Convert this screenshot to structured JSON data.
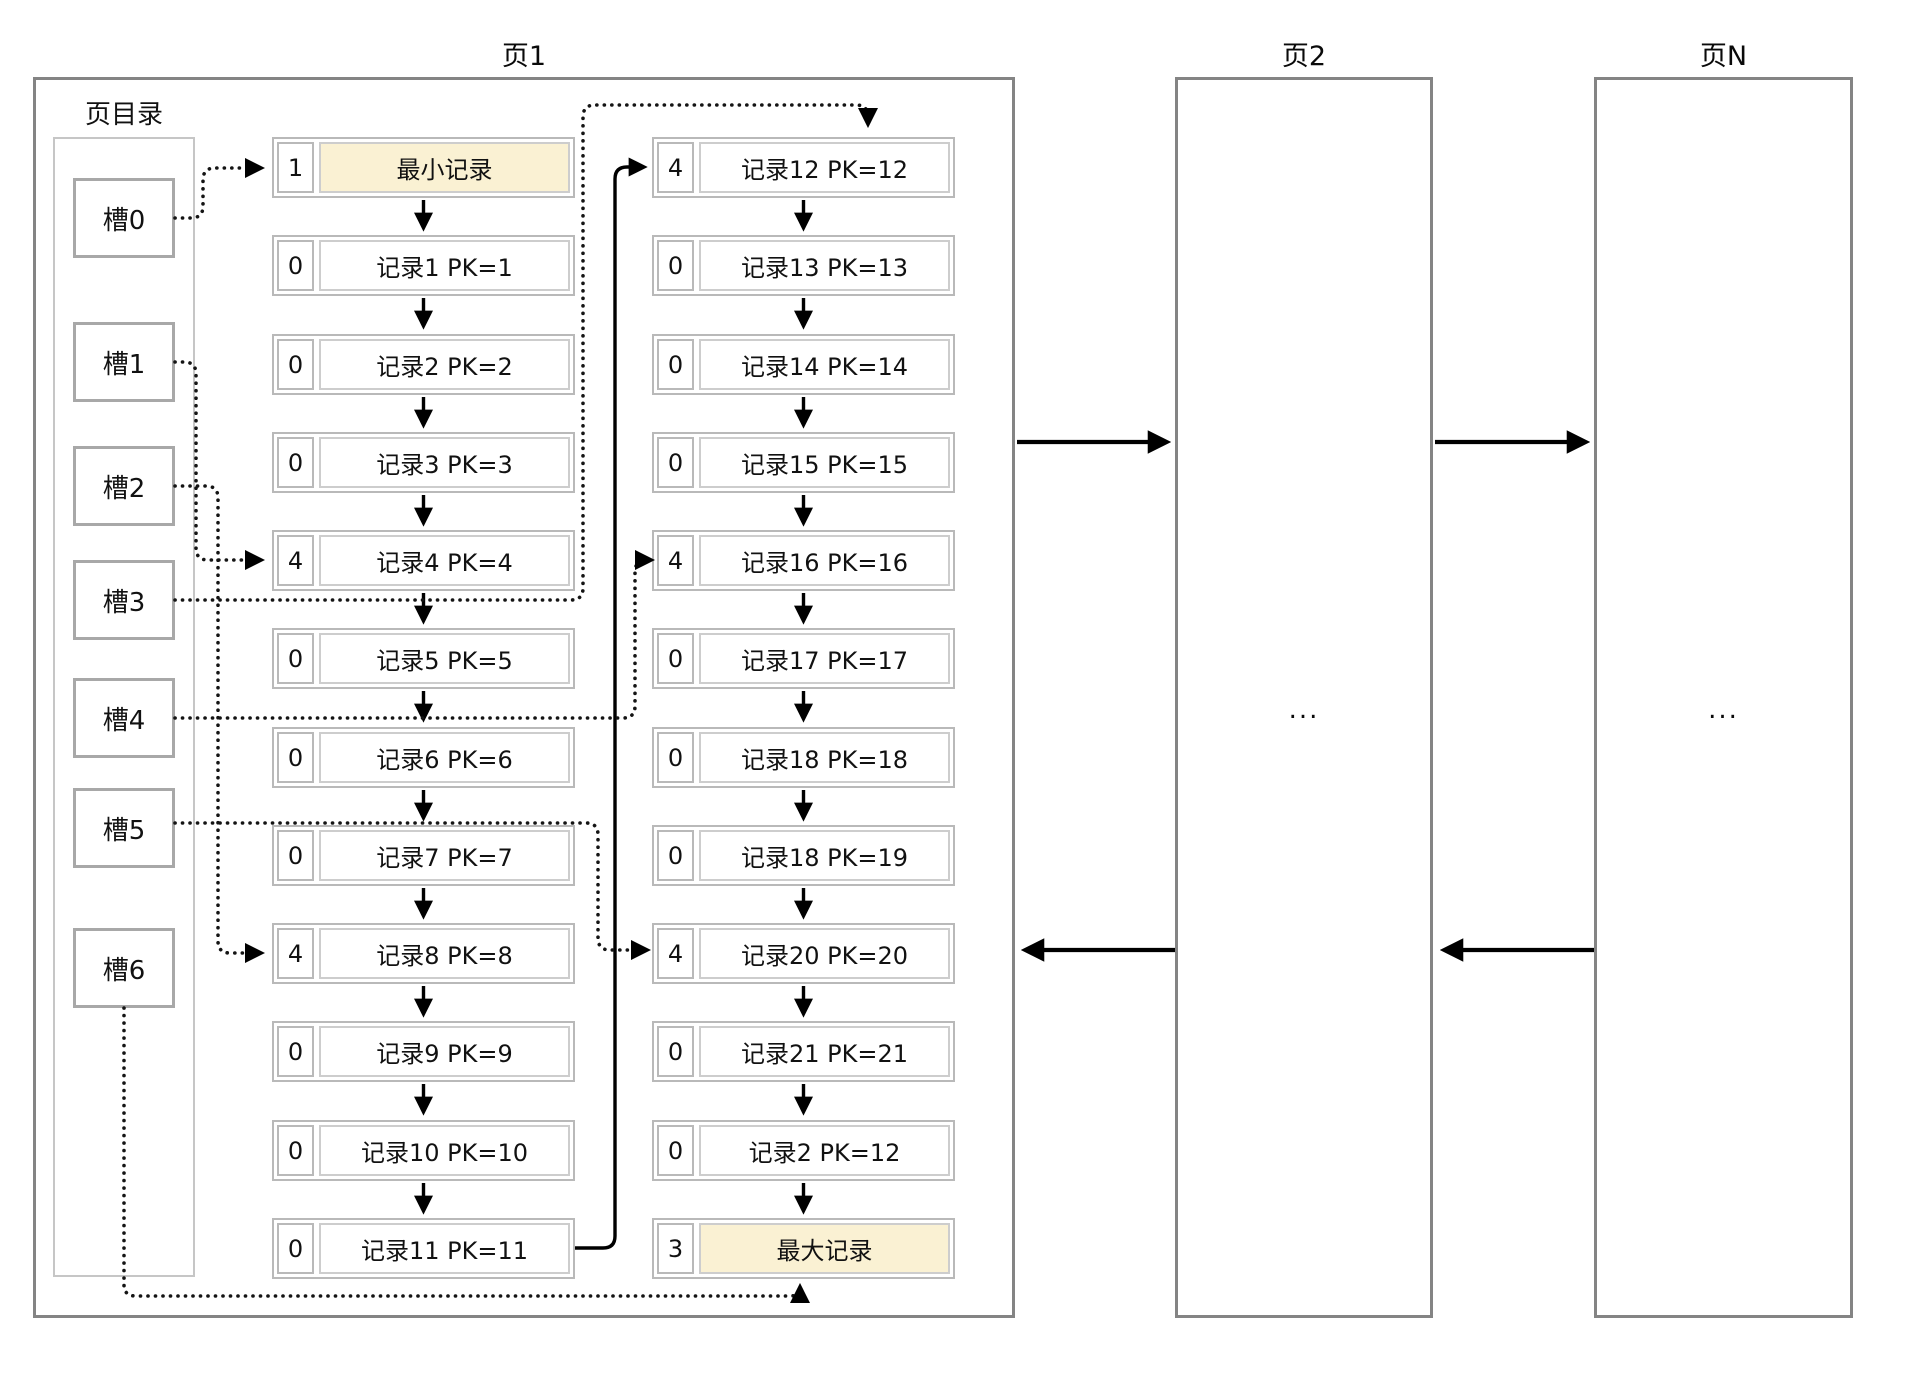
{
  "pages": {
    "page1": {
      "title": "页1"
    },
    "page2": {
      "title": "页2",
      "placeholder": "..."
    },
    "pageN": {
      "title": "页N",
      "placeholder": "..."
    }
  },
  "directory": {
    "label": "页目录",
    "slots": [
      {
        "label": "槽0"
      },
      {
        "label": "槽1"
      },
      {
        "label": "槽2"
      },
      {
        "label": "槽3"
      },
      {
        "label": "槽4"
      },
      {
        "label": "槽5"
      },
      {
        "label": "槽6"
      }
    ]
  },
  "columns": {
    "left": {
      "records": [
        {
          "count": "1",
          "label": "最小记录",
          "highlight": true
        },
        {
          "count": "0",
          "label": "记录1 PK=1",
          "highlight": false
        },
        {
          "count": "0",
          "label": "记录2 PK=2",
          "highlight": false
        },
        {
          "count": "0",
          "label": "记录3 PK=3",
          "highlight": false
        },
        {
          "count": "4",
          "label": "记录4 PK=4",
          "highlight": false
        },
        {
          "count": "0",
          "label": "记录5 PK=5",
          "highlight": false
        },
        {
          "count": "0",
          "label": "记录6 PK=6",
          "highlight": false
        },
        {
          "count": "0",
          "label": "记录7 PK=7",
          "highlight": false
        },
        {
          "count": "4",
          "label": "记录8 PK=8",
          "highlight": false
        },
        {
          "count": "0",
          "label": "记录9 PK=9",
          "highlight": false
        },
        {
          "count": "0",
          "label": "记录10 PK=10",
          "highlight": false
        },
        {
          "count": "0",
          "label": "记录11 PK=11",
          "highlight": false
        }
      ]
    },
    "right": {
      "records": [
        {
          "count": "4",
          "label": "记录12 PK=12",
          "highlight": false
        },
        {
          "count": "0",
          "label": "记录13 PK=13",
          "highlight": false
        },
        {
          "count": "0",
          "label": "记录14 PK=14",
          "highlight": false
        },
        {
          "count": "0",
          "label": "记录15 PK=15",
          "highlight": false
        },
        {
          "count": "4",
          "label": "记录16 PK=16",
          "highlight": false
        },
        {
          "count": "0",
          "label": "记录17 PK=17",
          "highlight": false
        },
        {
          "count": "0",
          "label": "记录18 PK=18",
          "highlight": false
        },
        {
          "count": "0",
          "label": "记录18 PK=19",
          "highlight": false
        },
        {
          "count": "4",
          "label": "记录20 PK=20",
          "highlight": false
        },
        {
          "count": "0",
          "label": "记录21 PK=21",
          "highlight": false
        },
        {
          "count": "0",
          "label": "记录2 PK=12",
          "highlight": false
        },
        {
          "count": "3",
          "label": "最大记录",
          "highlight": true
        }
      ]
    }
  },
  "links": {
    "slot_pointers": [
      {
        "slot": "槽0",
        "record": "最小记录"
      },
      {
        "slot": "槽1",
        "record": "记录4 PK=4"
      },
      {
        "slot": "槽2",
        "record": "记录8 PK=8"
      },
      {
        "slot": "槽3",
        "record": "记录12 PK=12"
      },
      {
        "slot": "槽4",
        "record": "记录16 PK=16"
      },
      {
        "slot": "槽5",
        "record": "记录20 PK=20"
      },
      {
        "slot": "槽6",
        "record": "最大记录"
      }
    ],
    "record_chain": "记录11 PK=11 -> 记录12 PK=12",
    "page_chain": [
      {
        "from": "页1",
        "to": "页2",
        "direction": "next"
      },
      {
        "from": "页2",
        "to": "页N",
        "direction": "next"
      },
      {
        "from": "页2",
        "to": "页1",
        "direction": "prev"
      },
      {
        "from": "页N",
        "to": "页2",
        "direction": "prev"
      }
    ]
  },
  "colors": {
    "highlight": "#faf1d3",
    "record_border": "#b9b9b9",
    "page_border": "#848484",
    "slot_border": "#a8a8a8",
    "arrow": "#000000"
  }
}
